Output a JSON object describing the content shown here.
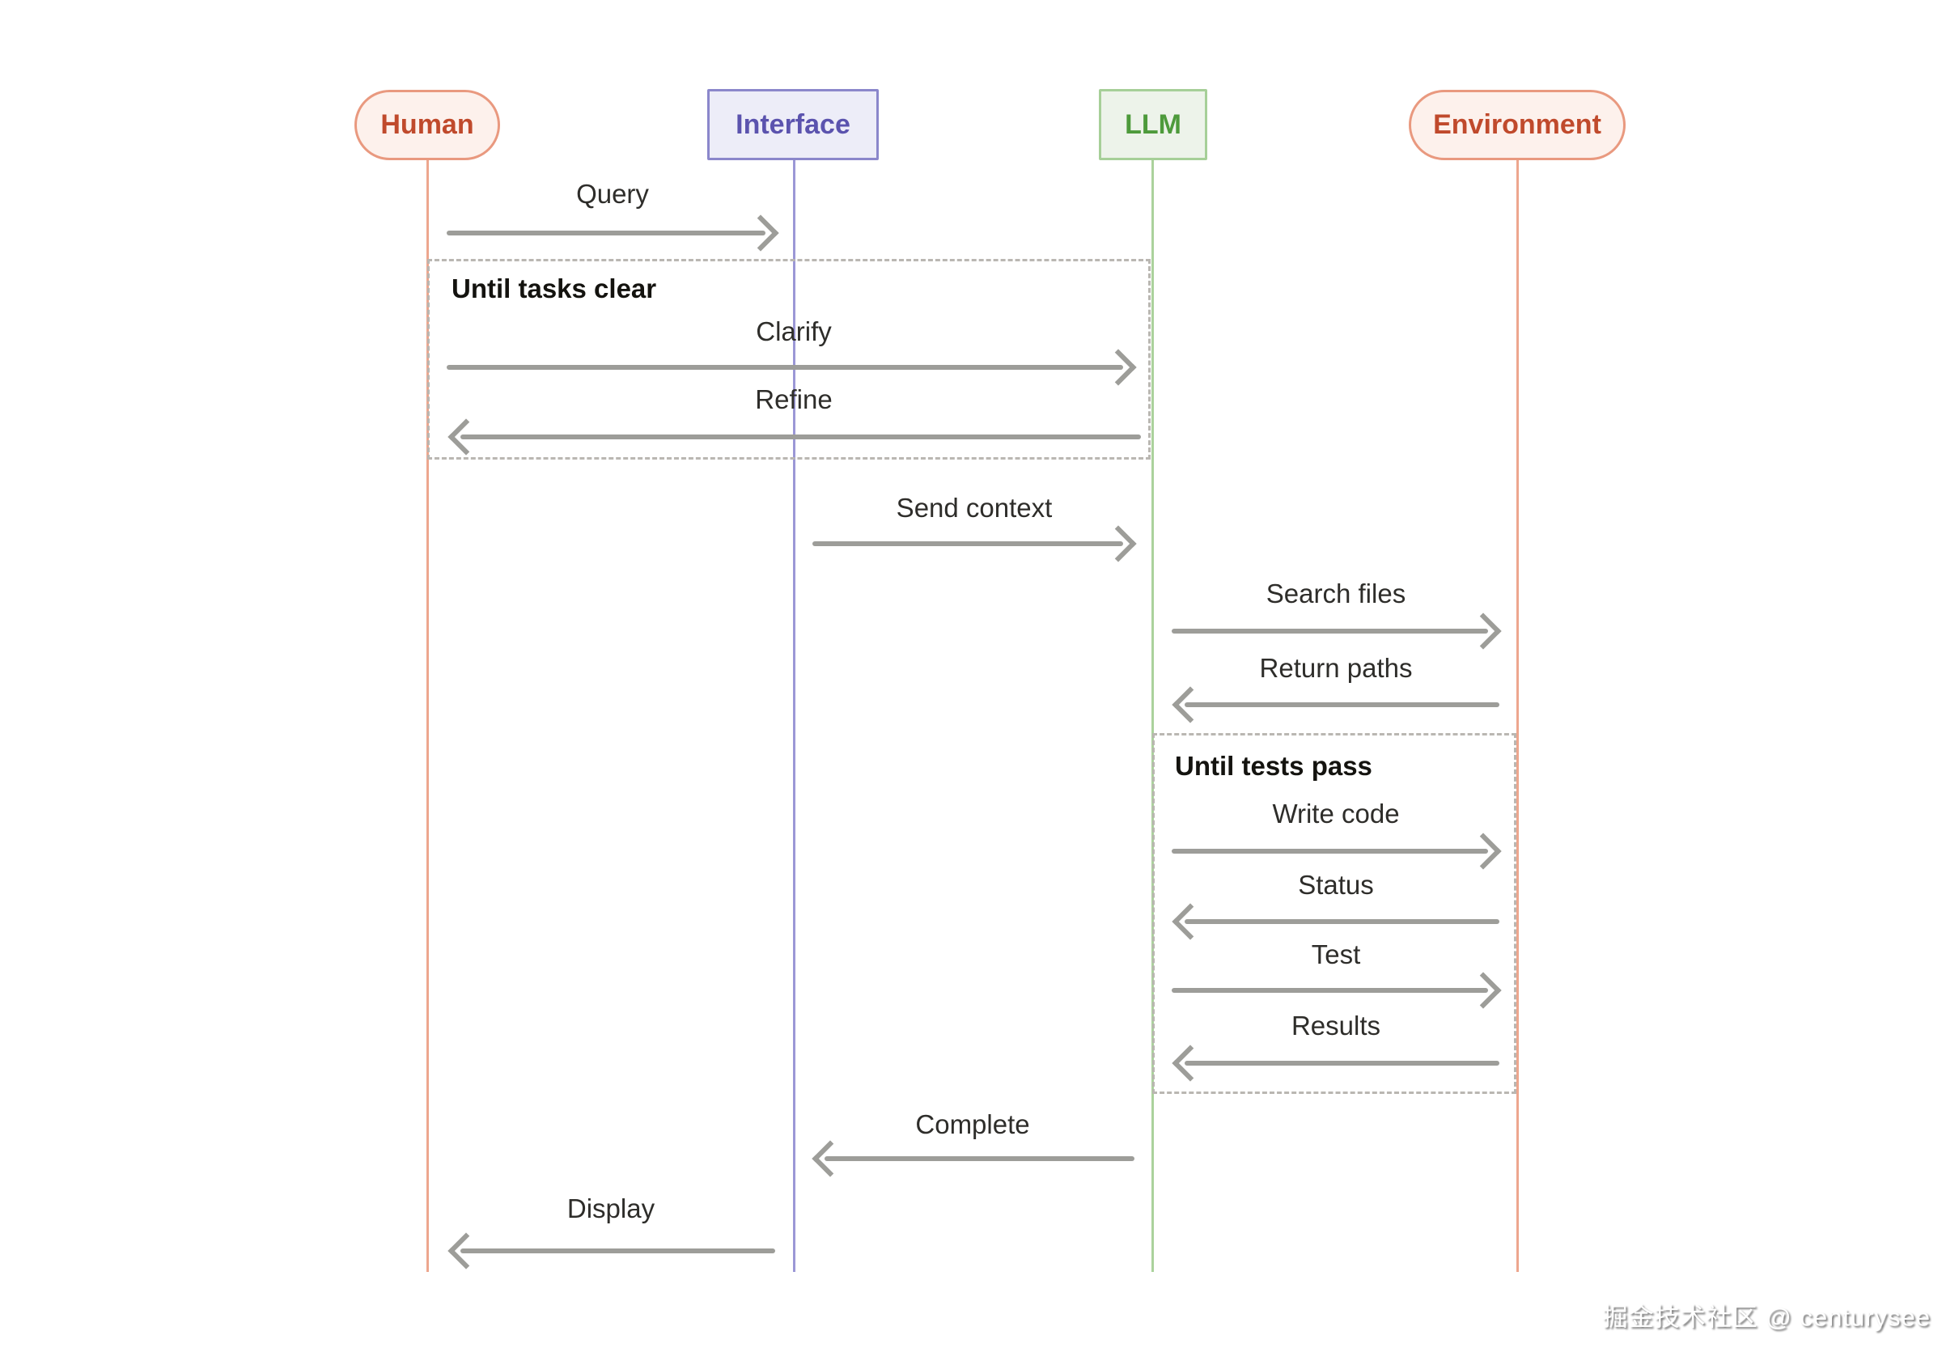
{
  "diagram": {
    "type": "sequence-diagram",
    "actors": [
      {
        "id": "human",
        "label": "Human",
        "shape": "pill",
        "fill": "#fdf1ec",
        "border": "#e9997f",
        "text_color": "#c04a2c",
        "lifeline_color": "#eda68e"
      },
      {
        "id": "interface",
        "label": "Interface",
        "shape": "rect",
        "fill": "#ededf8",
        "border": "#8b87cb",
        "text_color": "#5b53ae",
        "lifeline_color": "#9b97d6"
      },
      {
        "id": "llm",
        "label": "LLM",
        "shape": "rect",
        "fill": "#edf3ea",
        "border": "#a6cf98",
        "text_color": "#4d9a3b",
        "lifeline_color": "#abd29c"
      },
      {
        "id": "environment",
        "label": "Environment",
        "shape": "pill",
        "fill": "#fdf1ec",
        "border": "#e9997f",
        "text_color": "#c04a2c",
        "lifeline_color": "#eda68e"
      }
    ],
    "messages": [
      {
        "label": "Query",
        "from": "Human",
        "to": "Interface",
        "direction": "right"
      },
      {
        "label": "Clarify",
        "from": "Human",
        "to": "LLM",
        "direction": "right",
        "loop": "Until tasks clear"
      },
      {
        "label": "Refine",
        "from": "LLM",
        "to": "Human",
        "direction": "left",
        "loop": "Until tasks clear"
      },
      {
        "label": "Send context",
        "from": "Interface",
        "to": "LLM",
        "direction": "right"
      },
      {
        "label": "Search files",
        "from": "LLM",
        "to": "Environment",
        "direction": "right"
      },
      {
        "label": "Return paths",
        "from": "Environment",
        "to": "LLM",
        "direction": "left"
      },
      {
        "label": "Write code",
        "from": "LLM",
        "to": "Environment",
        "direction": "right",
        "loop": "Until tests pass"
      },
      {
        "label": "Status",
        "from": "Environment",
        "to": "LLM",
        "direction": "left",
        "loop": "Until tests pass"
      },
      {
        "label": "Test",
        "from": "LLM",
        "to": "Environment",
        "direction": "right",
        "loop": "Until tests pass"
      },
      {
        "label": "Results",
        "from": "Environment",
        "to": "LLM",
        "direction": "left",
        "loop": "Until tests pass"
      },
      {
        "label": "Complete",
        "from": "LLM",
        "to": "Interface",
        "direction": "left"
      },
      {
        "label": "Display",
        "from": "Interface",
        "to": "Human",
        "direction": "left"
      }
    ],
    "loops": [
      {
        "title": "Until tasks clear",
        "between": [
          "Human",
          "LLM"
        ],
        "messages": [
          "Clarify",
          "Refine"
        ]
      },
      {
        "title": "Until tests pass",
        "between": [
          "LLM",
          "Environment"
        ],
        "messages": [
          "Write code",
          "Status",
          "Test",
          "Results"
        ]
      }
    ],
    "arrow_color": "#9d9d99",
    "loop_border_color": "#bab7b2",
    "background": "#ffffff"
  },
  "watermark": {
    "text": "掘金技术社区 @ centurysee"
  }
}
